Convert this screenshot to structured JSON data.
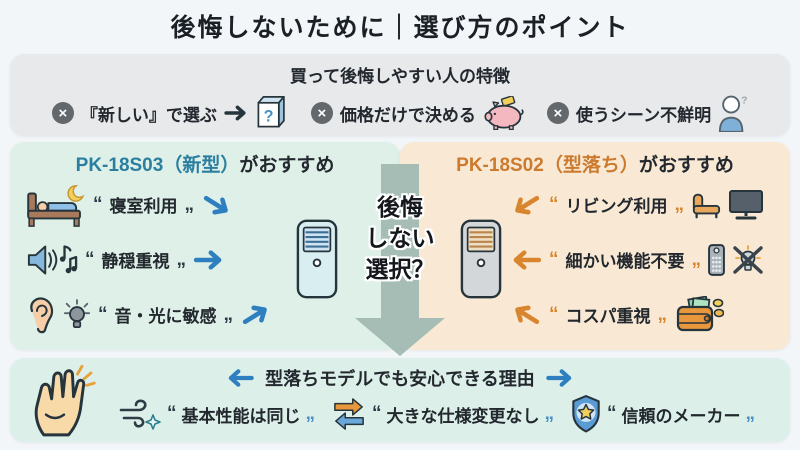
{
  "title": "後悔しないために｜選び方のポイント",
  "warning_box": {
    "title": "買って後悔しやすい人の特徴",
    "x_mark": "×",
    "items": [
      {
        "label": "『新しい』で選ぶ",
        "icon": "mystery-box-icon",
        "has_arrow": true
      },
      {
        "label": "価格だけで決める",
        "icon": "piggy-bank-icon"
      },
      {
        "label": "使うシーン不鮮明",
        "icon": "person-question-icon"
      }
    ]
  },
  "new_model_box": {
    "model": "PK-18S03（新型）",
    "suffix": "がおすすめ",
    "items": [
      {
        "label": "寝室利用",
        "icons": [
          "bed-icon",
          "moon-icon"
        ],
        "arrow_dir": "down-right"
      },
      {
        "label": "静穏重視",
        "icons": [
          "speaker-icon",
          "music-notes-icon"
        ],
        "arrow_dir": "right"
      },
      {
        "label": "音・光に敏感",
        "icons": [
          "ear-icon",
          "lightbulb-icon"
        ],
        "arrow_dir": "up-right"
      }
    ]
  },
  "old_model_box": {
    "model": "PK-18S02（型落ち）",
    "suffix": "がおすすめ",
    "items": [
      {
        "label": "リビング利用",
        "icons": [
          "sofa-icon",
          "tv-icon"
        ],
        "arrow_dir": "down-left"
      },
      {
        "label": "細かい機能不要",
        "icons": [
          "remote-icon",
          "no-light-icon"
        ],
        "arrow_dir": "left"
      },
      {
        "label": "コスパ重視",
        "icons": [
          "wallet-icon",
          "coins-icon"
        ],
        "arrow_dir": "up-left"
      }
    ]
  },
  "center": {
    "question": [
      "後悔",
      "しない",
      "選択？"
    ]
  },
  "reasons_box": {
    "title": "型落ちモデルでも安心できる理由",
    "items": [
      {
        "label": "基本性能は同じ",
        "icon": "wind-icon"
      },
      {
        "label": "大きな仕様変更なし",
        "icon": "swap-arrows-icon"
      },
      {
        "label": "信頼のメーカー",
        "icon": "shield-star-icon"
      }
    ]
  },
  "quotes": {
    "open": "“",
    "close": "„"
  },
  "colors": {
    "page_bg": "#f2f6f8",
    "warning_bg": "#e7e9ea",
    "new_box_bg": "#def0e7",
    "old_box_bg": "#f9e9d4",
    "reasons_bg": "#dcefe9",
    "new_model_text": "#2a7fa0",
    "old_model_text": "#cc7a2e",
    "blue_arrow": "#2e7fc0",
    "orange_arrow": "#d9852e",
    "center_arrow": "#a5bdb4"
  }
}
